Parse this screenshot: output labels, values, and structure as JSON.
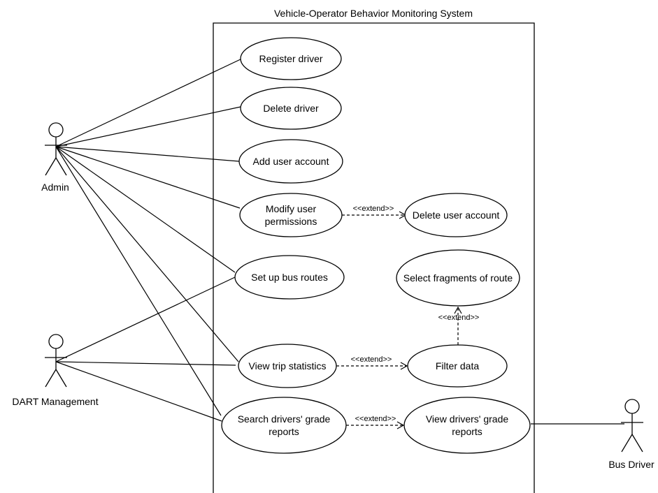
{
  "diagram": {
    "system_title": "Vehicle-Operator Behavior Monitoring System",
    "actors": {
      "admin": "Admin",
      "dart": "DART Management",
      "driver": "Bus Driver"
    },
    "use_cases": {
      "register_driver": [
        "Register driver"
      ],
      "delete_driver": [
        "Delete driver"
      ],
      "add_user_account": [
        "Add user account"
      ],
      "modify_permissions": [
        "Modify user",
        "permissions"
      ],
      "delete_user_account": [
        "Delete user account"
      ],
      "setup_routes": [
        "Set up bus routes"
      ],
      "select_fragments": [
        "Select fragments of route"
      ],
      "view_trip_stats": [
        "View trip statistics"
      ],
      "filter_data": [
        "Filter data"
      ],
      "search_grade_reports": [
        "Search drivers' grade",
        "reports"
      ],
      "view_grade_reports": [
        "View drivers' grade",
        "reports"
      ]
    },
    "extend_label": "<<extend>>"
  }
}
